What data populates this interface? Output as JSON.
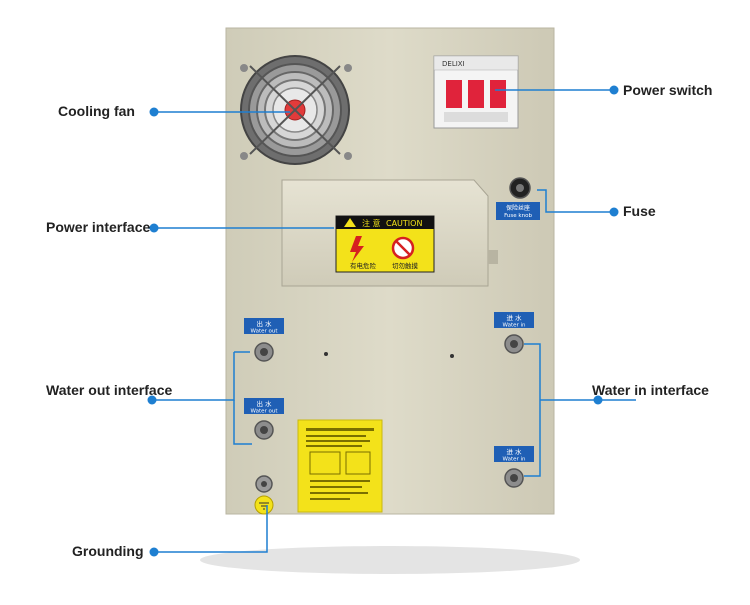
{
  "labels": {
    "cooling_fan": "Cooling fan",
    "power_switch": "Power switch",
    "power_interface": "Power interface",
    "fuse": "Fuse",
    "water_out_interface": "Water out interface",
    "water_in_interface": "Water in interface",
    "grounding": "Grounding"
  },
  "panel_text": {
    "caution_cn": "注 意",
    "caution_en": "CAUTION",
    "electric_cn": "有电危险",
    "no_touch_cn": "切勿触摸",
    "fuse_cn": "保险丝座",
    "fuse_en": "Fuse knob",
    "water_out_cn": "出 水",
    "water_out_en": "Water out",
    "water_in_cn": "进 水",
    "water_in_en": "Water in",
    "breaker_brand": "DELIXI"
  },
  "colors": {
    "callout_line": "#1e7fd1",
    "panel": "#d9d6c4",
    "sticker_yellow": "#f3e21a",
    "tag_blue": "#1f5fb5"
  }
}
